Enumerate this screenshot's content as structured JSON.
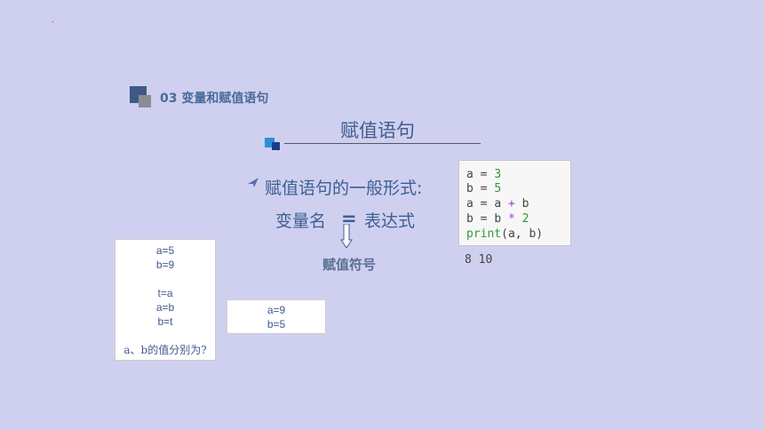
{
  "section": {
    "title": "03 变量和赋值语句"
  },
  "slide": {
    "title": "赋值语句",
    "bullet": "赋值语句的一般形式:",
    "formula_left": "变量名",
    "formula_eq": "=",
    "formula_right": "表达式",
    "arrow_label": "赋值符号"
  },
  "code": {
    "lines": [
      {
        "var": "a",
        "eq": " = ",
        "rest_num": "3"
      },
      {
        "var": "b",
        "eq": " = ",
        "rest_num": "5"
      },
      {
        "var": "a",
        "eq": " = ",
        "lhs": "a",
        "op": "+",
        "rhs": "b"
      },
      {
        "var": "b",
        "eq": " = ",
        "lhs": "b",
        "op": "*",
        "rhs": "2"
      }
    ],
    "print_fn": "print",
    "print_args": "(a, b)",
    "output": "8 10"
  },
  "question_box": {
    "lines": [
      "a=5",
      "b=9",
      "",
      "t=a",
      "a=b",
      "b=t",
      "",
      "a、b的值分别为?"
    ]
  },
  "answer_box": {
    "lines": [
      "a=9",
      "b=5"
    ]
  },
  "colors": {
    "background": "#cfd0ef",
    "title_text": "#3f5e92",
    "accent_blue": "#2f8fd4"
  }
}
